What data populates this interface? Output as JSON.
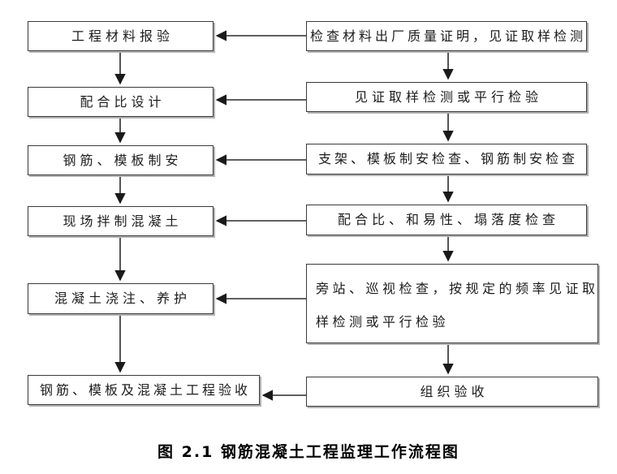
{
  "figure": {
    "caption": "图 2.1  钢筋混凝土工程监理工作流程图"
  },
  "flowchart": {
    "left_column": [
      {
        "label": "工程材料报验"
      },
      {
        "label": "配合比设计"
      },
      {
        "label": "钢筋、模板制安"
      },
      {
        "label": "现场拌制混凝土"
      },
      {
        "label": "混凝土浇注、养护"
      },
      {
        "label": "钢筋、模板及混凝土工程验收"
      }
    ],
    "right_column": [
      {
        "label": "检查材料出厂质量证明，见证取样检测"
      },
      {
        "label": "见证取样检测或平行检验"
      },
      {
        "label": "支架、模板制安检查、钢筋制安检查"
      },
      {
        "label": "配合比、和易性、塌落度检查"
      },
      {
        "label": "旁站、巡视检查，按规定的频率见证取样检测或平行检验",
        "lines": [
          "旁站、巡视检查，按规定的频率见证取",
          "样检测或平行检验"
        ]
      },
      {
        "label": "组织验收"
      }
    ],
    "colors": {
      "box_border": "#3a3a3a",
      "box_shadow": "#b3b3b3",
      "arrow": "#2b2b2b",
      "text": "#1c1c1c",
      "background": "#ffffff"
    }
  }
}
